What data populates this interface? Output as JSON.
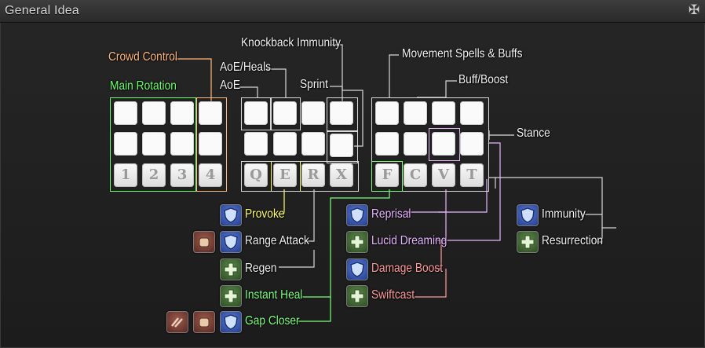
{
  "window": {
    "title": "General Idea",
    "close_icon": "✠"
  },
  "colors": {
    "crowd_control": "#ffb87a",
    "main_rotation": "#6cff6c",
    "white_label": "#f2f2f2",
    "role_purple": "#e8b6ff",
    "damage_pink": "#ff9c9c",
    "heal_green": "#7dff7d",
    "provoke_yellow": "#ffff6a"
  },
  "groups": {
    "crowd_control": "Crowd Control",
    "main_rotation": "Main Rotation",
    "aoe_heals": "AoE/Heals",
    "aoe": "AoE",
    "knockback_immunity": "Knockback Immunity",
    "sprint": "Sprint",
    "movement": "Movement Spells & Buffs",
    "buff_boost": "Buff/Boost",
    "stance": "Stance"
  },
  "keys": {
    "block1": [
      "1",
      "2",
      "3",
      "4"
    ],
    "block2": [
      "Q",
      "E",
      "R",
      "X"
    ],
    "block3": [
      "F",
      "C",
      "V",
      "T"
    ]
  },
  "left_actions": {
    "provoke": "Provoke",
    "range_attack": "Range Attack",
    "regen": "Regen",
    "instant_heal": "Instant Heal",
    "gap_closer": "Gap Closer"
  },
  "role_actions": {
    "reprisal": "Reprisal",
    "lucid_dreaming": "Lucid Dreaming",
    "damage_boost": "Damage Boost",
    "swiftcast": "Swiftcast"
  },
  "right_actions": {
    "immunity": "Immunity",
    "resurrection": "Resurrection"
  },
  "icons": {
    "shield": "shield-icon",
    "cross": "medical-cross-icon",
    "fist": "fist-icon",
    "swoosh": "dash-swoosh-icon"
  }
}
